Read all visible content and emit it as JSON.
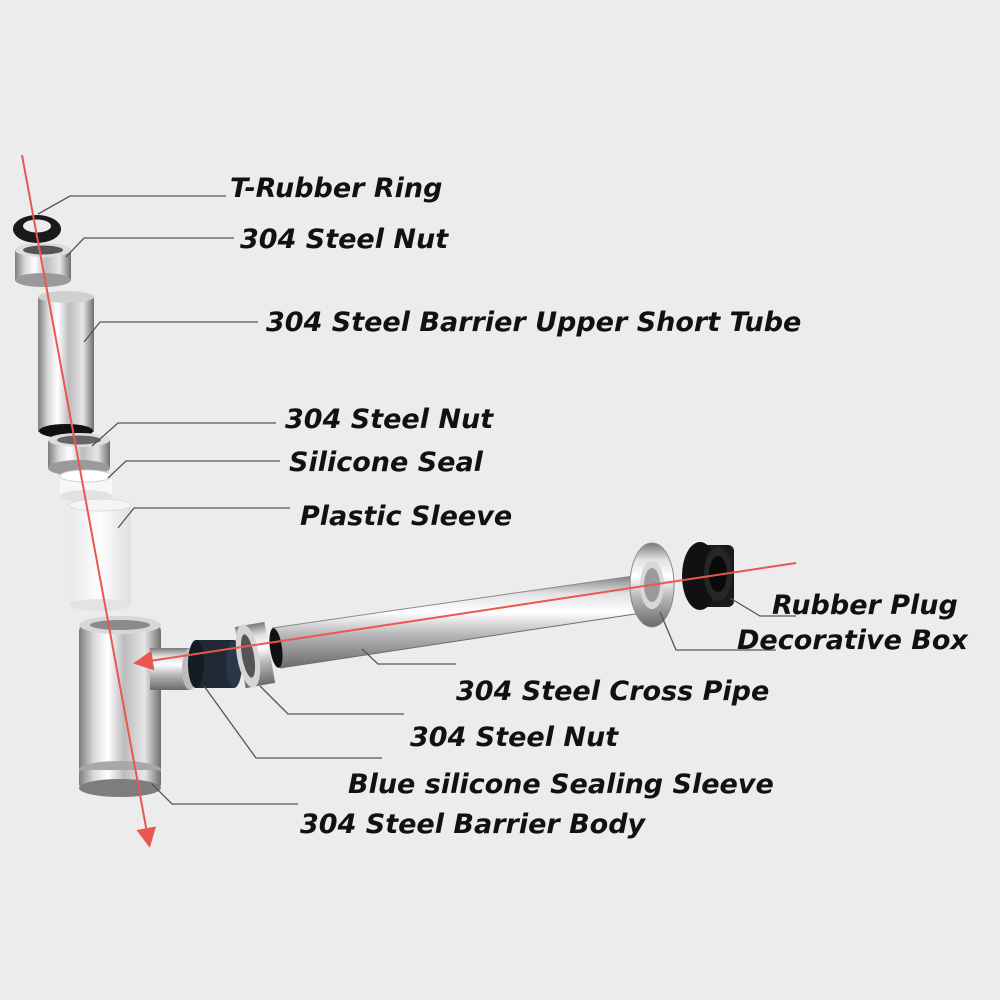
{
  "colors": {
    "background": "#ececec",
    "axis_arrow": "#e8584f",
    "leader_line": "#555555",
    "label_text": "#111111",
    "steel_light": "#f2f2f2",
    "steel_dark": "#8a8a8a",
    "rubber": "#1a1a1a",
    "seal_white": "#f7f7f7",
    "sleeve_blue_black": "#1f2a36"
  },
  "icons": {
    "axis_vertical": "red-axis-arrow-icon",
    "axis_horizontal": "red-axis-arrow-icon"
  },
  "labels": {
    "t_rubber_ring": "T-Rubber Ring",
    "nut_top": "304 Steel Nut",
    "upper_short_tube": "304 Steel Barrier Upper Short Tube",
    "nut_middle": "304 Steel Nut",
    "silicone_seal": "Silicone Seal",
    "plastic_sleeve": "Plastic Sleeve",
    "rubber_plug": "Rubber Plug",
    "decorative_box": "Decorative Box",
    "cross_pipe": "304 Steel Cross Pipe",
    "nut_bottom": "304 Steel Nut",
    "blue_sleeve": "Blue silicone Sealing Sleeve",
    "barrier_body": "304 Steel Barrier Body"
  }
}
